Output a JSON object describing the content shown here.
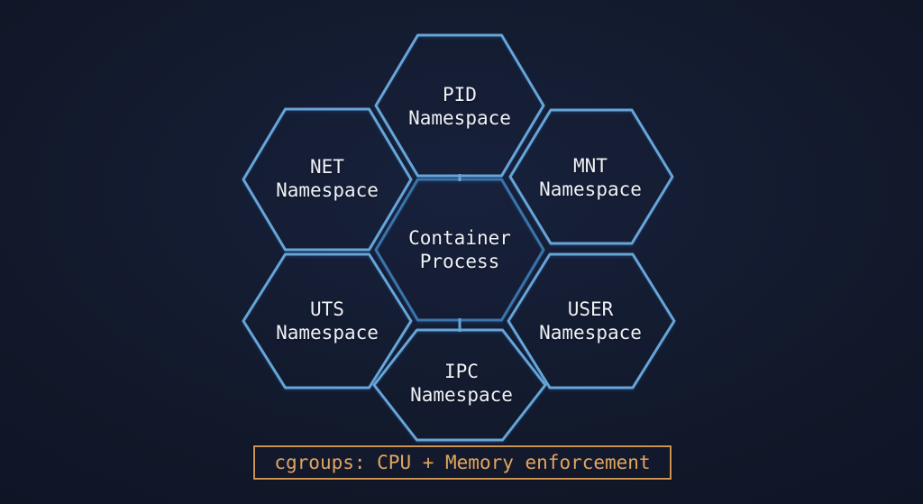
{
  "diagram": {
    "center_node": {
      "id": "container-process",
      "line1": "Container",
      "line2": "Process"
    },
    "satellite_nodes": [
      {
        "id": "pid",
        "line1": "PID",
        "line2": "Namespace"
      },
      {
        "id": "net",
        "line1": "NET",
        "line2": "Namespace"
      },
      {
        "id": "mnt",
        "line1": "MNT",
        "line2": "Namespace"
      },
      {
        "id": "uts",
        "line1": "UTS",
        "line2": "Namespace"
      },
      {
        "id": "user",
        "line1": "USER",
        "line2": "Namespace"
      },
      {
        "id": "ipc",
        "line1": "IPC",
        "line2": "Namespace"
      }
    ],
    "banner": {
      "label": "cgroups: CPU + Memory enforcement"
    },
    "colors": {
      "background": "#111829",
      "hex_stroke": "#67a5d7",
      "center_hex_stroke": "#3b74a9",
      "connector_stroke": "#67a5d7",
      "label_text": "#eef2f7",
      "banner_accent": "#e2a55e",
      "banner_border": "#cf9450"
    }
  }
}
